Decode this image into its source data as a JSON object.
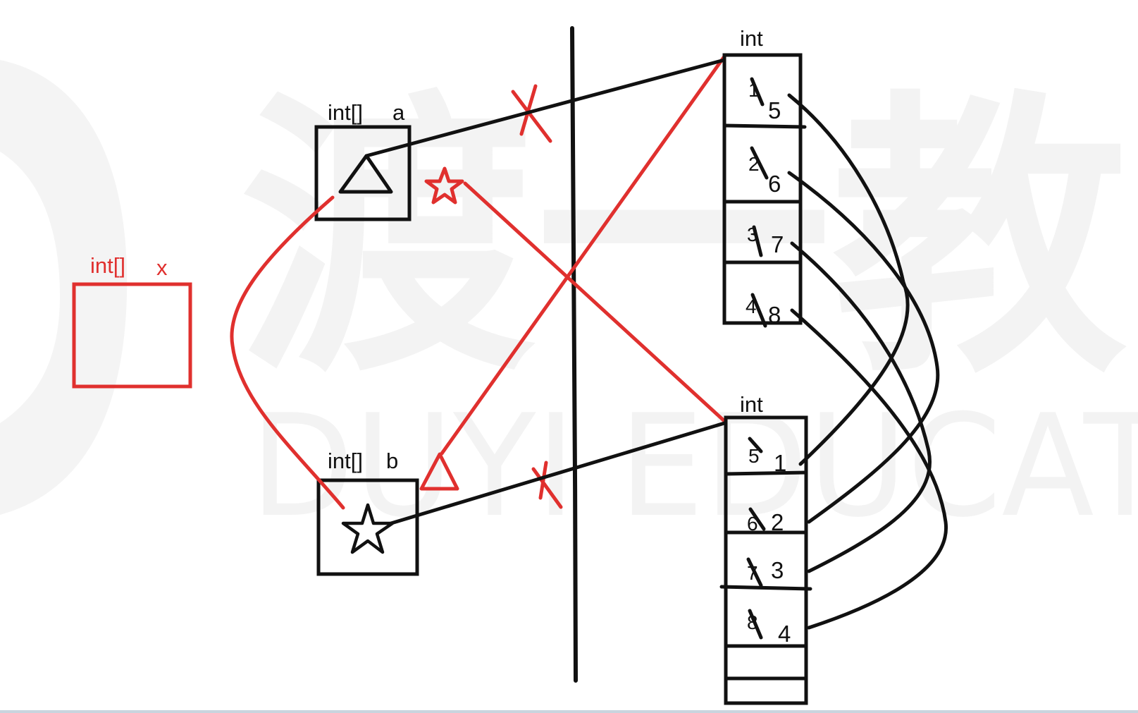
{
  "colors": {
    "ink": "#111111",
    "red": "#e0302e",
    "watermark": "#e6e6e6"
  },
  "watermark": {
    "logo_text": "渡一教",
    "logo_subtext": "DUYI EDUCAT"
  },
  "variables": {
    "x": {
      "type_label": "int[]",
      "name_label": "x"
    },
    "a": {
      "type_label": "int[]",
      "name_label": "a",
      "symbol": "triangle-icon"
    },
    "b": {
      "type_label": "int[]",
      "name_label": "b",
      "symbol": "star-icon"
    }
  },
  "red_symbols": {
    "near_a": "star-icon",
    "near_b": "triangle-icon"
  },
  "arrays": {
    "top": {
      "type_label": "int",
      "cells": [
        {
          "old": "1",
          "new": "5"
        },
        {
          "old": "2",
          "new": "6"
        },
        {
          "old": "3",
          "new": "7"
        },
        {
          "old": "4",
          "new": "8"
        }
      ]
    },
    "bottom": {
      "type_label": "int",
      "cells": [
        {
          "old": "5",
          "new": "1"
        },
        {
          "old": "6",
          "new": "2"
        },
        {
          "old": "7",
          "new": "3"
        },
        {
          "old": "8",
          "new": "4"
        },
        {
          "old": "",
          "new": ""
        },
        {
          "old": "",
          "new": ""
        }
      ]
    }
  }
}
